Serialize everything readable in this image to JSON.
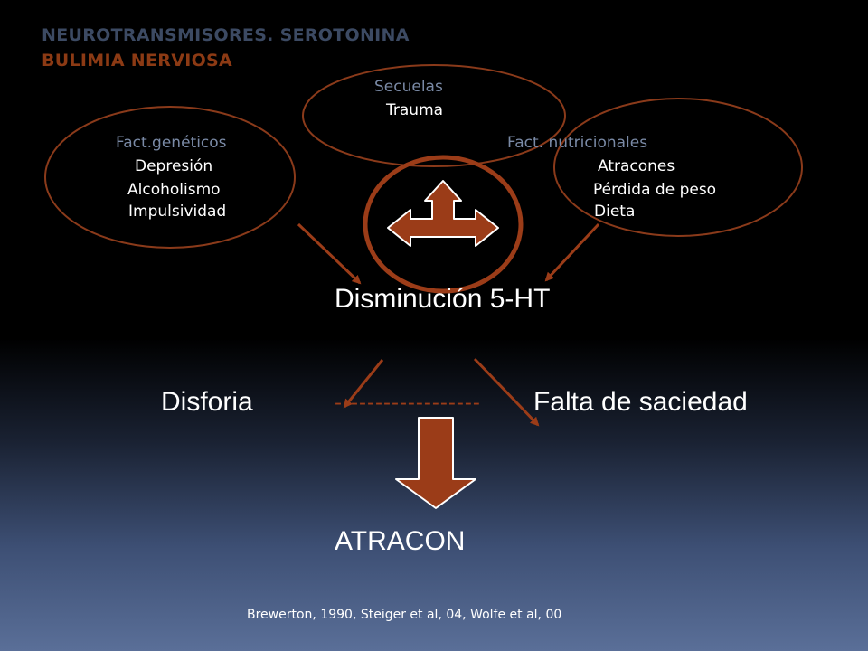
{
  "header": {
    "title": "NEUROTRANSMISORES. SEROTONINA",
    "subtitle": "BULIMIA NERVIOSA"
  },
  "ovals": {
    "secuelas": {
      "heading": "Secuelas",
      "items": [
        "Trauma"
      ]
    },
    "geneticos": {
      "heading": "Fact.genéticos",
      "items": [
        "Depresión",
        "Alcoholismo",
        "Impulsividad"
      ]
    },
    "nutricionales": {
      "heading": "Fact. nutricionales",
      "items": [
        "Atracones",
        "Pérdida de peso",
        "Dieta"
      ]
    }
  },
  "flow": {
    "center": "Disminución 5-HT",
    "left": "Disforia",
    "connector": "------------------",
    "right": "Falta de saciedad",
    "result": "ATRACON"
  },
  "reference": "Brewerton, 1990, Steiger et al, 04, Wolfe et al, 00",
  "colors": {
    "accent": "#9b3c18",
    "title_blue": "#3c4a63",
    "title_rust": "#8c3a14",
    "oval_stroke": "#8a3a1a"
  }
}
